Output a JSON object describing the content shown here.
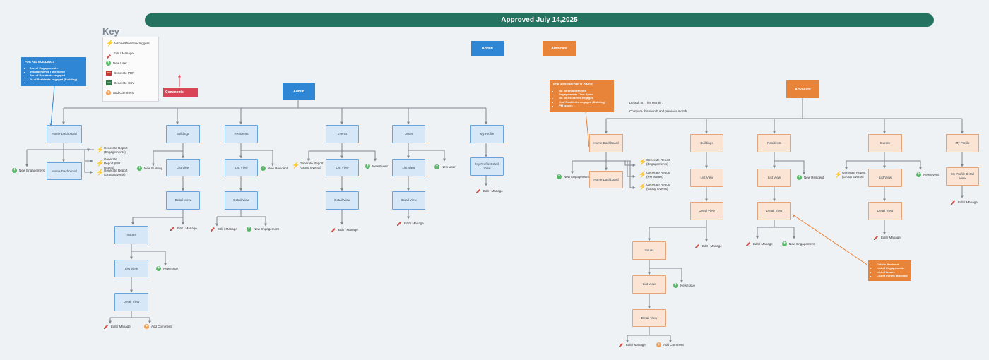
{
  "banner": "Approved July 14,2025",
  "key": {
    "title": "Key",
    "items": [
      {
        "icon": "lightning-icon",
        "label": "Actions/Workflow triggers"
      },
      {
        "icon": "pencil-icon",
        "label": "Edit / Manage"
      },
      {
        "icon": "plus-icon",
        "label": "New User"
      },
      {
        "icon": "pdf-icon",
        "label": "Generate PDF"
      },
      {
        "icon": "csv-icon",
        "label": "Generate CSV"
      },
      {
        "icon": "comment-icon",
        "label": "Add Comment"
      }
    ]
  },
  "legend": {
    "admin": "Admin",
    "advocate": "Advocate"
  },
  "comments_label": "Comments",
  "notes": {
    "all_buildings": {
      "title": "FOR ALL BUILDINGS",
      "items": [
        "No. of Engagements",
        "Engagements Time Spent",
        "No. of Residents engaged",
        "% of Residents engaged (Building)"
      ]
    },
    "assigned_buildings": {
      "title": "FOR ASSIGNED BUILDINGS",
      "items": [
        "No. of Engagements",
        "Engagements Time Spent",
        "No. of Residents engaged",
        "% of Residents engaged (Building)",
        "PM Issues"
      ]
    },
    "resident_detail": {
      "items": [
        "Details Resident",
        "List of Engagements",
        "List of Issues",
        "List of events attended"
      ]
    },
    "default_line1": "Default to \"This Month\".",
    "default_line2": "Compare this month and previous month"
  },
  "admin": {
    "root": "Admin",
    "home_dashboard": "Home Dashboard",
    "home_dashboard_sub": "Home Dashboard",
    "new_engagement": "New Engagement",
    "report_engagements": "Generate Report (Engagements)",
    "report_pm": "Generate Report (PM Issues)",
    "report_groupevents": "Generate Report (Group Events)",
    "buildings": "Buildings",
    "new_building": "New Building",
    "buildings_list": "List View",
    "buildings_detail": "Detail View",
    "buildings_edit": "Edit / Manage",
    "issues": "Issues",
    "issues_list": "List View",
    "new_issue": "New Issue",
    "issues_detail": "Detail View",
    "issues_edit": "Edit / Manage",
    "add_comment": "Add Comment",
    "residents": "Residents",
    "residents_list": "List View",
    "new_resident": "New Resident",
    "residents_detail": "Detail View",
    "residents_edit": "Edit / Manage",
    "residents_new_engagement": "New Engagement",
    "events": "Events",
    "events_report": "Generate Report (Group Events)",
    "events_list": "List View",
    "new_event": "New Event",
    "events_detail": "Detail View",
    "events_edit": "Edit / Manage",
    "users": "Users",
    "users_list": "List View",
    "new_user": "New User",
    "users_detail": "Detail View",
    "users_edit": "Edit / Manage",
    "my_profile": "My Profile",
    "my_profile_detail": "My Profile Detail View",
    "my_profile_edit": "Edit / Manage"
  },
  "advocate": {
    "root": "Advocate",
    "home_dashboard": "Home Dashboard",
    "home_dashboard_sub": "Home Dashboard",
    "new_engagement": "New Engagement",
    "report_engagements": "Generate Report (Engagements)",
    "report_pm": "Generate Report (PM Issues)",
    "report_groupevents": "Generate Report (Group Events)",
    "buildings": "Buildings",
    "buildings_list": "List View",
    "buildings_detail": "Detail View",
    "buildings_edit": "Edit / Manage",
    "issues": "Issues",
    "issues_list": "List View",
    "new_issue": "New Issue",
    "issues_detail": "Detail View",
    "issues_edit": "Edit / Manage",
    "add_comment": "Add Comment",
    "residents": "Residents",
    "residents_list": "List View",
    "new_resident": "New Resident",
    "residents_detail": "Detail View",
    "residents_edit": "Edit / Manage",
    "residents_new_engagement": "New Engagement",
    "events": "Events",
    "events_report": "Generate Report (Group Events)",
    "events_list": "List View",
    "new_event": "New Event",
    "events_detail": "Detail View",
    "events_edit": "Edit / Manage",
    "my_profile": "My Profile",
    "my_profile_detail": "My Profile Detail View",
    "my_profile_edit": "Edit / Manage"
  },
  "colors": {
    "banner": "#24725f",
    "admin_accent": "#2f86d5",
    "advocate_accent": "#e8833a",
    "comments": "#d94456",
    "admin_node_fill": "#d6e7f8",
    "advocate_node_fill": "#fbe4d3"
  }
}
